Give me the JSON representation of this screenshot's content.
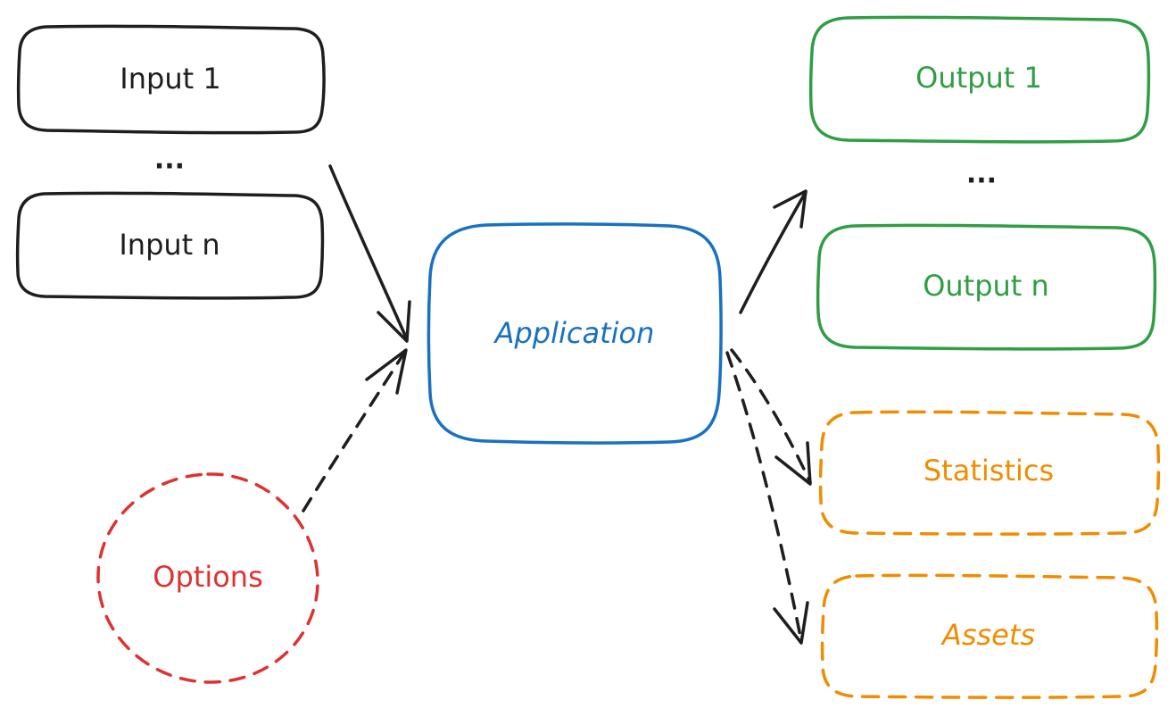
{
  "colors": {
    "input": "#1e1e1e",
    "application": "#1971c2",
    "output": "#2f9e44",
    "options": "#e03131",
    "extra": "#f08c00",
    "arrow": "#1e1e1e"
  },
  "inputs": {
    "first": "Input 1",
    "ellipsis": "...",
    "last": "Input n"
  },
  "application": {
    "label": "Application"
  },
  "options": {
    "label": "Options"
  },
  "outputs": {
    "first": "Output 1",
    "ellipsis": "...",
    "last": "Output n"
  },
  "extras": {
    "statistics": "Statistics",
    "assets": "Assets"
  }
}
